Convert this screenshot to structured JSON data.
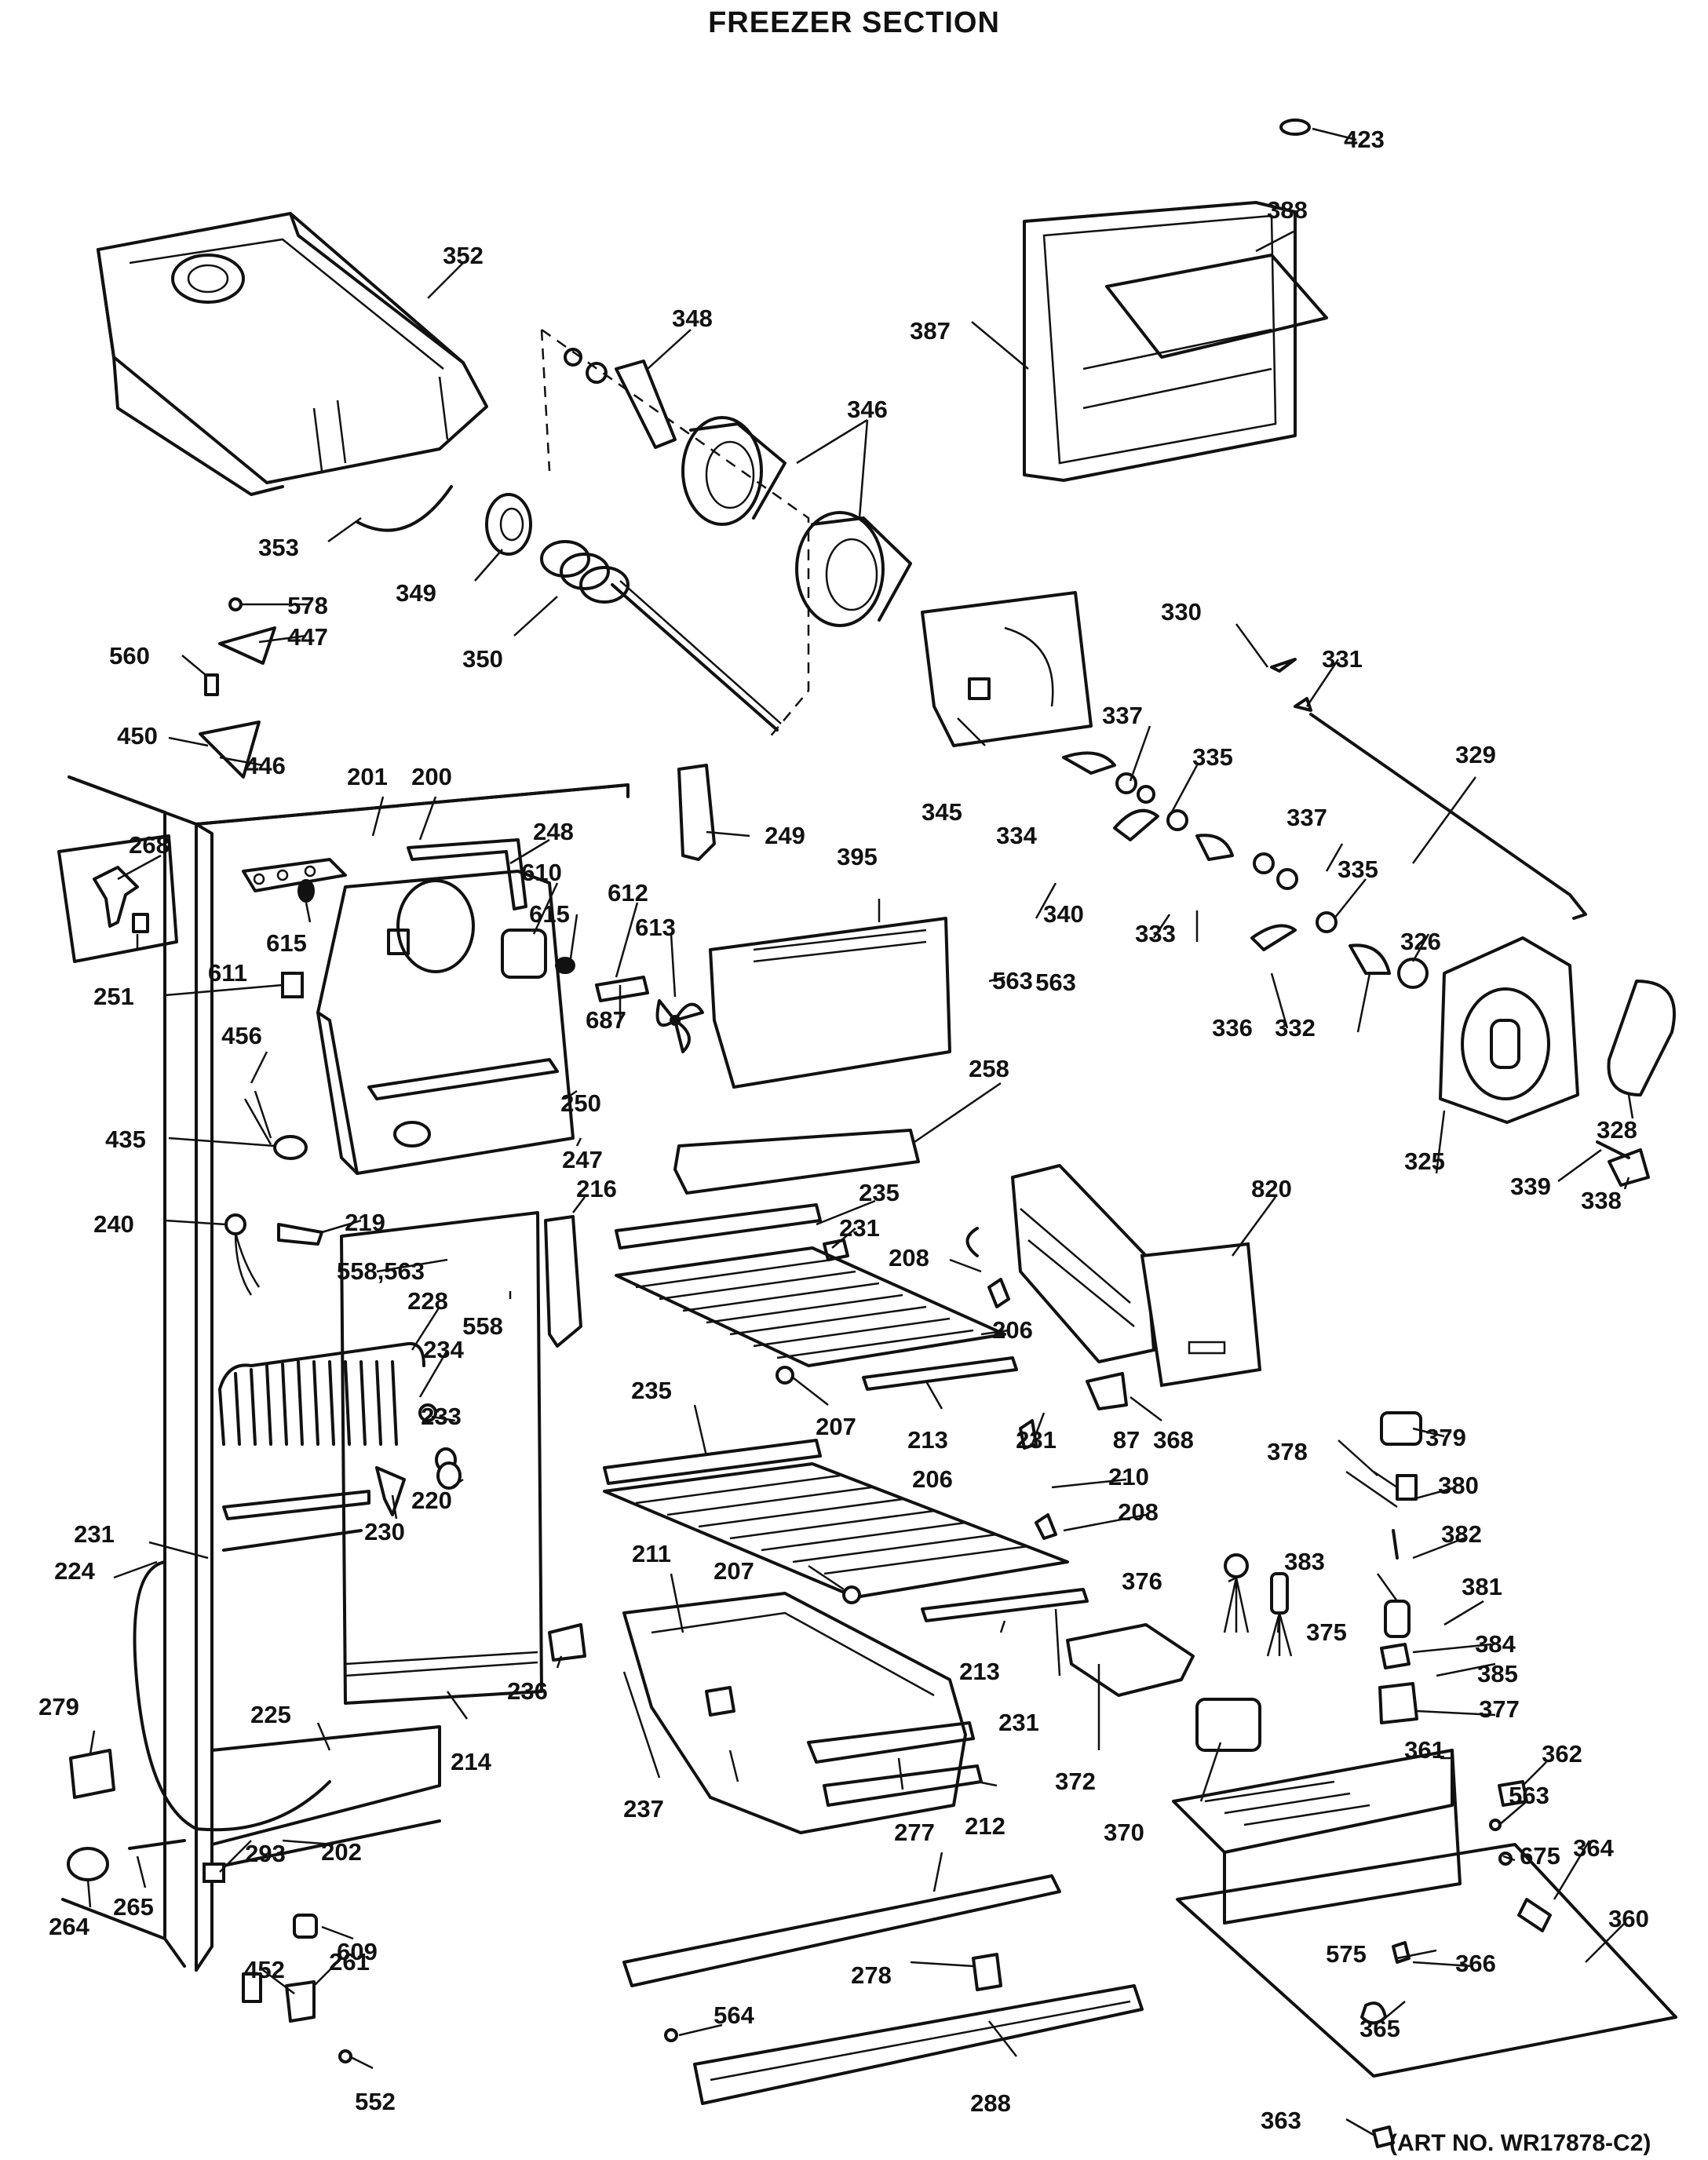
{
  "title": "FREEZER SECTION",
  "art_number": "(ART NO. WR17878-C2)",
  "callouts": [
    "423",
    "388",
    "352",
    "348",
    "387",
    "346",
    "353",
    "349",
    "350",
    "578",
    "447",
    "560",
    "330",
    "331",
    "345",
    "337",
    "450",
    "446",
    "201",
    "200",
    "249",
    "268",
    "248",
    "610",
    "395",
    "329",
    "335",
    "334",
    "337b",
    "563a",
    "615",
    "612",
    "613",
    "340",
    "333",
    "335b",
    "611",
    "615b",
    "326",
    "251",
    "687",
    "563b",
    "456",
    "258",
    "250",
    "336",
    "332",
    "435",
    "247",
    "216",
    "235",
    "328",
    "325",
    "240",
    "219",
    "231",
    "820",
    "339",
    "338",
    "558,563",
    "208",
    "228",
    "558",
    "234",
    "206",
    "233",
    "207",
    "235b",
    "213",
    "231b",
    "87",
    "368",
    "378",
    "379",
    "210",
    "220",
    "206b",
    "380",
    "231c",
    "224",
    "211",
    "208b",
    "230",
    "382",
    "207b",
    "383",
    "376",
    "381",
    "279",
    "236",
    "213b",
    "375",
    "384",
    "385",
    "377",
    "231d",
    "214",
    "225",
    "237",
    "212",
    "372",
    "370",
    "361",
    "362",
    "563c",
    "277",
    "202",
    "293",
    "265",
    "675",
    "264",
    "364",
    "609",
    "360",
    "452",
    "261",
    "575",
    "278",
    "366",
    "564",
    "365",
    "552",
    "288",
    "363"
  ],
  "callout_text": {
    "423": "423",
    "388": "388",
    "352": "352",
    "348": "348",
    "387": "387",
    "346": "346",
    "353": "353",
    "349": "349",
    "350": "350",
    "578": "578",
    "447": "447",
    "560": "560",
    "330": "330",
    "331": "331",
    "345": "345",
    "337": "337",
    "450": "450",
    "446": "446",
    "201": "201",
    "200": "200",
    "249": "249",
    "268": "268",
    "248": "248",
    "610": "610",
    "395": "395",
    "329": "329",
    "335": "335",
    "334": "334",
    "337b": "337",
    "563a": "563",
    "615": "615",
    "612": "612",
    "613": "613",
    "340": "340",
    "333": "333",
    "335b": "335",
    "611": "611",
    "615b": "615",
    "326": "326",
    "251": "251",
    "687": "687",
    "563b": "563",
    "456": "456",
    "258": "258",
    "250": "250",
    "336": "336",
    "332": "332",
    "435": "435",
    "247": "247",
    "216": "216",
    "235": "235",
    "328": "328",
    "325": "325",
    "240": "240",
    "219": "219",
    "231": "231",
    "820": "820",
    "339": "339",
    "338": "338",
    "558,563": "558,563",
    "208": "208",
    "228": "228",
    "558": "558",
    "234": "234",
    "206": "206",
    "233": "233",
    "207": "207",
    "235b": "235",
    "213": "213",
    "231b": "231",
    "87": "87",
    "368": "368",
    "378": "378",
    "379": "379",
    "210": "210",
    "220": "220",
    "206b": "206",
    "380": "380",
    "231c": "231",
    "224": "224",
    "211": "211",
    "208b": "208",
    "230": "230",
    "382": "382",
    "207b": "207",
    "383": "383",
    "376": "376",
    "381": "381",
    "279": "279",
    "236": "236",
    "213b": "213",
    "375": "375",
    "384": "384",
    "385": "385",
    "377": "377",
    "231d": "231",
    "214": "214",
    "225": "225",
    "237": "237",
    "212": "212",
    "372": "372",
    "370": "370",
    "361": "361",
    "362": "362",
    "563c": "563",
    "277": "277",
    "202": "202",
    "293": "293",
    "265": "265",
    "675": "675",
    "264": "264",
    "364": "364",
    "609": "609",
    "360": "360",
    "452": "452",
    "261": "261",
    "575": "575",
    "278": "278",
    "366": "366",
    "564": "564",
    "365": "365",
    "552": "552",
    "288": "288",
    "363": "363"
  }
}
